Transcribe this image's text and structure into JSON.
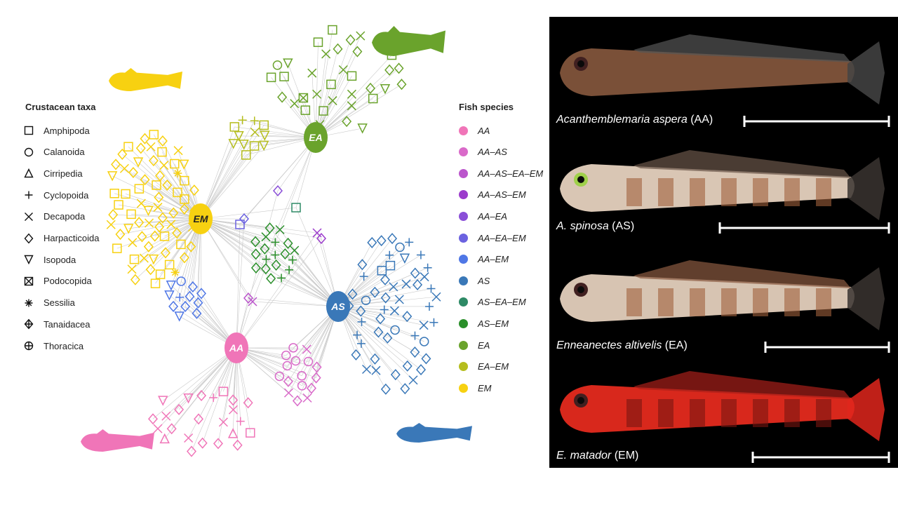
{
  "legend_crustacean": {
    "title": "Crustacean taxa",
    "items": [
      {
        "label": "Amphipoda",
        "symbol": "square"
      },
      {
        "label": "Calanoida",
        "symbol": "circle"
      },
      {
        "label": "Cirripedia",
        "symbol": "triangle"
      },
      {
        "label": "Cyclopoida",
        "symbol": "plus"
      },
      {
        "label": "Decapoda",
        "symbol": "cross"
      },
      {
        "label": "Harpacticoida",
        "symbol": "diamond"
      },
      {
        "label": "Isopoda",
        "symbol": "down-triangle"
      },
      {
        "label": "Podocopida",
        "symbol": "square-x"
      },
      {
        "label": "Sessilia",
        "symbol": "asterisk"
      },
      {
        "label": "Tanaidacea",
        "symbol": "diamond-plus"
      },
      {
        "label": "Thoracica",
        "symbol": "circle-plus"
      }
    ]
  },
  "legend_fish": {
    "title": "Fish species",
    "items": [
      {
        "label": "AA",
        "color": "#f075b8"
      },
      {
        "label": "AA–AS",
        "color": "#d96ac9"
      },
      {
        "label": "AA–AS–EA–EM",
        "color": "#bb55cc"
      },
      {
        "label": "AA–AS–EM",
        "color": "#9c3ccc"
      },
      {
        "label": "AA–EA",
        "color": "#8a4fd8"
      },
      {
        "label": "AA–EA–EM",
        "color": "#6b62e0"
      },
      {
        "label": "AA–EM",
        "color": "#4f77e6"
      },
      {
        "label": "AS",
        "color": "#3a78b8"
      },
      {
        "label": "AS–EA–EM",
        "color": "#2e8a66"
      },
      {
        "label": "AS–EM",
        "color": "#2a8f2a"
      },
      {
        "label": "EA",
        "color": "#6aa32c"
      },
      {
        "label": "EA–EM",
        "color": "#b5bd1e"
      },
      {
        "label": "EM",
        "color": "#f7d111"
      }
    ]
  },
  "nodes": [
    {
      "id": "EM",
      "label": "EM",
      "color": "#f7d111"
    },
    {
      "id": "EA",
      "label": "EA",
      "color": "#6aa32c"
    },
    {
      "id": "AS",
      "label": "AS",
      "color": "#3a78b8"
    },
    {
      "id": "AA",
      "label": "AA",
      "color": "#f075b8"
    }
  ],
  "photos": [
    {
      "species": "Acanthemblemaria aspera",
      "code": "(AA)"
    },
    {
      "species": "A. spinosa",
      "code": "(AS)"
    },
    {
      "species": "Enneanectes altivelis",
      "code": "(EA)"
    },
    {
      "species": "E. matador",
      "code": "(EM)"
    }
  ]
}
